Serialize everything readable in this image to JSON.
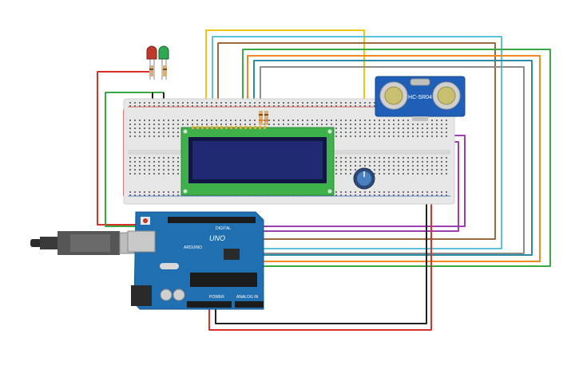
{
  "sensor": {
    "label": "HC-SR04"
  },
  "arduino": {
    "logo_text": "UNO",
    "brand_text": "ARDUINO",
    "digital_label": "DIGITAL",
    "power_label": "POWER",
    "analog_label": "ANALOG IN"
  },
  "colors": {
    "board": "#1f6fb1",
    "breadboard": "#e7e7e7",
    "lcd_pcb": "#3fb14a",
    "lcd_screen": "#1f2a73",
    "sensor": "#1f5fb8",
    "wire_yellow": "#f0c419",
    "wire_brown": "#9a6a3c",
    "wire_lightblue": "#5bc0de",
    "wire_green": "#3aa843",
    "wire_orange": "#f08a1e",
    "wire_teal": "#2b8aa6",
    "wire_gray": "#8c8c8c",
    "wire_red": "#d9302b",
    "wire_black": "#222222",
    "wire_purple": "#9b3fb3"
  }
}
